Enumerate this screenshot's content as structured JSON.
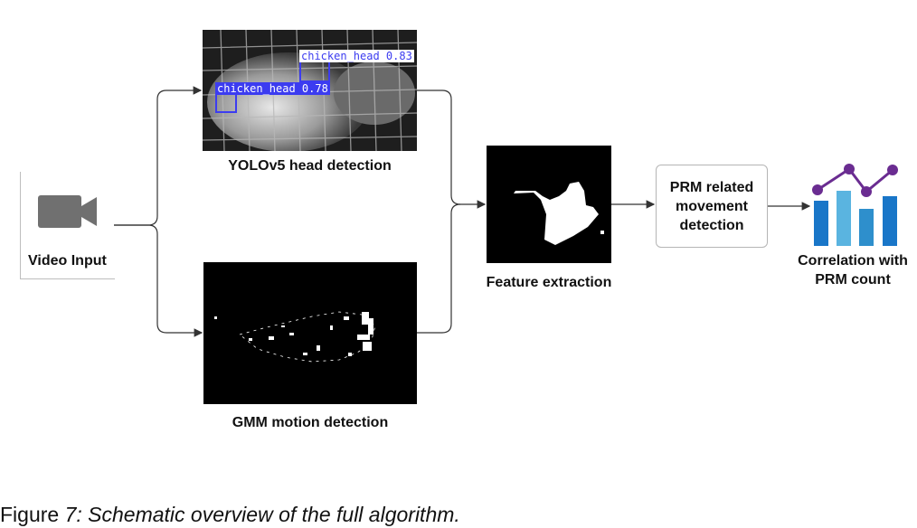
{
  "video_input": {
    "label": "Video Input",
    "icon": "video-camera-icon",
    "icon_color": "#707070"
  },
  "yolo": {
    "label": "YOLOv5 head detection",
    "detections": [
      {
        "text": "chicken_head 0.83"
      },
      {
        "text": "chicken_head 0.78"
      }
    ],
    "box_color": "#3c3cf0"
  },
  "gmm": {
    "label": "GMM motion detection"
  },
  "feature": {
    "label": "Feature extraction"
  },
  "prm_box": {
    "label": "PRM related movement detection"
  },
  "correlation": {
    "label_line1": "Correlation with",
    "label_line2": "PRM count",
    "icon": "bar-line-chart-icon",
    "bar_colors": [
      "#1976c8",
      "#5ab4e0",
      "#2e8fcc",
      "#1976c8"
    ],
    "line_color": "#6a2c91"
  },
  "caption": {
    "prefix": "Figure ",
    "number": "7",
    "text": ": Schematic overview of the full algorithm."
  }
}
